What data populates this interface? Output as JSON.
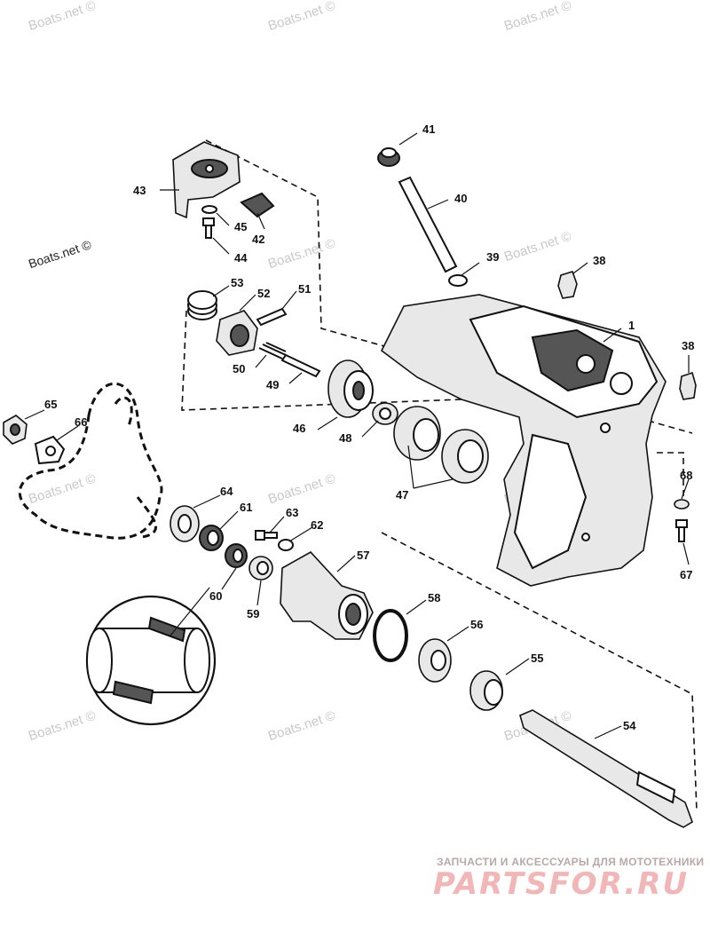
{
  "watermarks": {
    "text": "Boats.net ©"
  },
  "brand": {
    "subtitle": "ЗАПЧАСТИ И АКСЕССУАРЫ ДЛЯ МОТОТЕХНИКИ",
    "logo": "PARTSFOR.RU"
  },
  "callouts": [
    {
      "id": "1",
      "label": "1"
    },
    {
      "id": "38a",
      "label": "38"
    },
    {
      "id": "38b",
      "label": "38"
    },
    {
      "id": "39",
      "label": "39"
    },
    {
      "id": "40",
      "label": "40"
    },
    {
      "id": "41",
      "label": "41"
    },
    {
      "id": "42",
      "label": "42"
    },
    {
      "id": "43",
      "label": "43"
    },
    {
      "id": "44",
      "label": "44"
    },
    {
      "id": "45",
      "label": "45"
    },
    {
      "id": "46",
      "label": "46"
    },
    {
      "id": "47",
      "label": "47"
    },
    {
      "id": "48",
      "label": "48"
    },
    {
      "id": "49",
      "label": "49"
    },
    {
      "id": "50",
      "label": "50"
    },
    {
      "id": "51",
      "label": "51"
    },
    {
      "id": "52",
      "label": "52"
    },
    {
      "id": "53",
      "label": "53"
    },
    {
      "id": "54",
      "label": "54"
    },
    {
      "id": "55",
      "label": "55"
    },
    {
      "id": "56",
      "label": "56"
    },
    {
      "id": "57",
      "label": "57"
    },
    {
      "id": "58",
      "label": "58"
    },
    {
      "id": "59",
      "label": "59"
    },
    {
      "id": "60",
      "label": "60"
    },
    {
      "id": "61",
      "label": "61"
    },
    {
      "id": "62",
      "label": "62"
    },
    {
      "id": "63",
      "label": "63"
    },
    {
      "id": "64",
      "label": "64"
    },
    {
      "id": "65",
      "label": "65"
    },
    {
      "id": "66",
      "label": "66"
    },
    {
      "id": "67",
      "label": "67"
    },
    {
      "id": "68",
      "label": "68"
    }
  ]
}
